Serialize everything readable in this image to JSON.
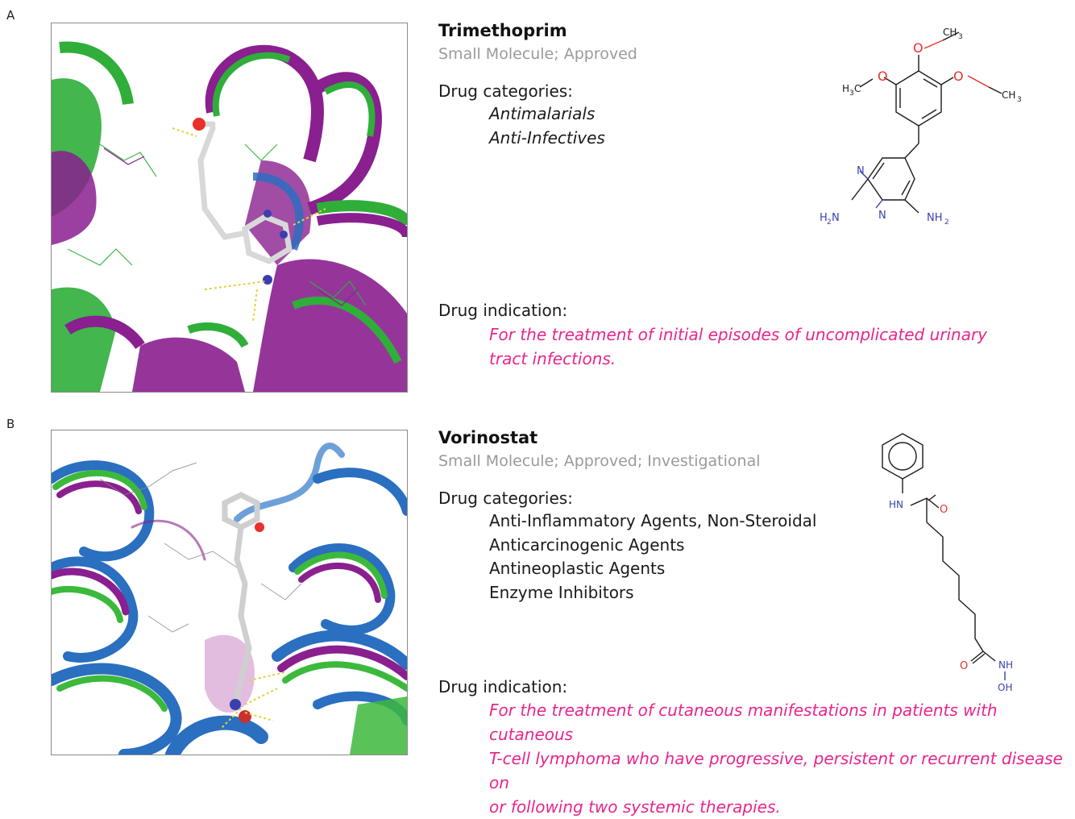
{
  "panels": [
    {
      "letter": "A",
      "drug_name": "Trimethoprim",
      "drug_type": "Small Molecule; Approved",
      "categories_title": "Drug categories:",
      "categories": [
        "Antimalarials",
        "Anti-Infectives"
      ],
      "indication_title": "Drug indication:",
      "indication_lines": [
        "For the treatment of initial episodes of uncomplicated urinary",
        "tract infections."
      ]
    },
    {
      "letter": "B",
      "drug_name": "Vorinostat",
      "drug_type": "Small Molecule; Approved; Investigational",
      "categories_title": "Drug categories:",
      "categories": [
        "Anti-Inflammatory Agents, Non-Steroidal",
        "Anticarcinogenic Agents",
        "Antineoplastic Agents",
        "Enzyme Inhibitors"
      ],
      "indication_title": "Drug indication:",
      "indication_lines": [
        "For the treatment of cutaneous manifestations in patients with cutaneous",
        "T-cell lymphoma who have progressive, persistent or recurrent disease on",
        "or following two systemic therapies."
      ]
    }
  ],
  "colors": {
    "indication": "#e8258c",
    "oxygen": "#e8302c",
    "nitrogen": "#3a3fb0",
    "protein_green": "#3cb93c",
    "protein_purple": "#8a1f8f",
    "protein_blue": "#2a6fc0"
  }
}
